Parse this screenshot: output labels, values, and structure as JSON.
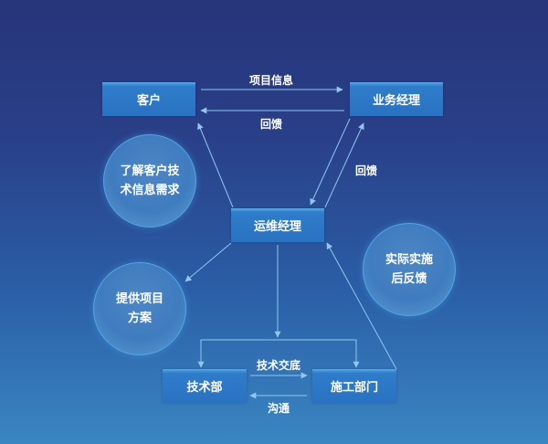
{
  "nodes": {
    "customer": "客户",
    "business_manager": "业务经理",
    "ops_manager": "运维经理",
    "tech_dept": "技术部",
    "construction_dept": "施工部门"
  },
  "circles": {
    "understand_needs": [
      "了解客户技",
      "术信息需求"
    ],
    "provide_plan": [
      "提供项目",
      "方案"
    ],
    "feedback_after": [
      "实际实施",
      "后反馈"
    ]
  },
  "edge_labels": {
    "project_info": "项目信息",
    "feedback_1": "回馈",
    "feedback_2": "回馈",
    "tech_handover": "技术交底",
    "communication": "沟通"
  },
  "colors": {
    "line": "#8ec8f0",
    "box": "#2f7ccb"
  }
}
